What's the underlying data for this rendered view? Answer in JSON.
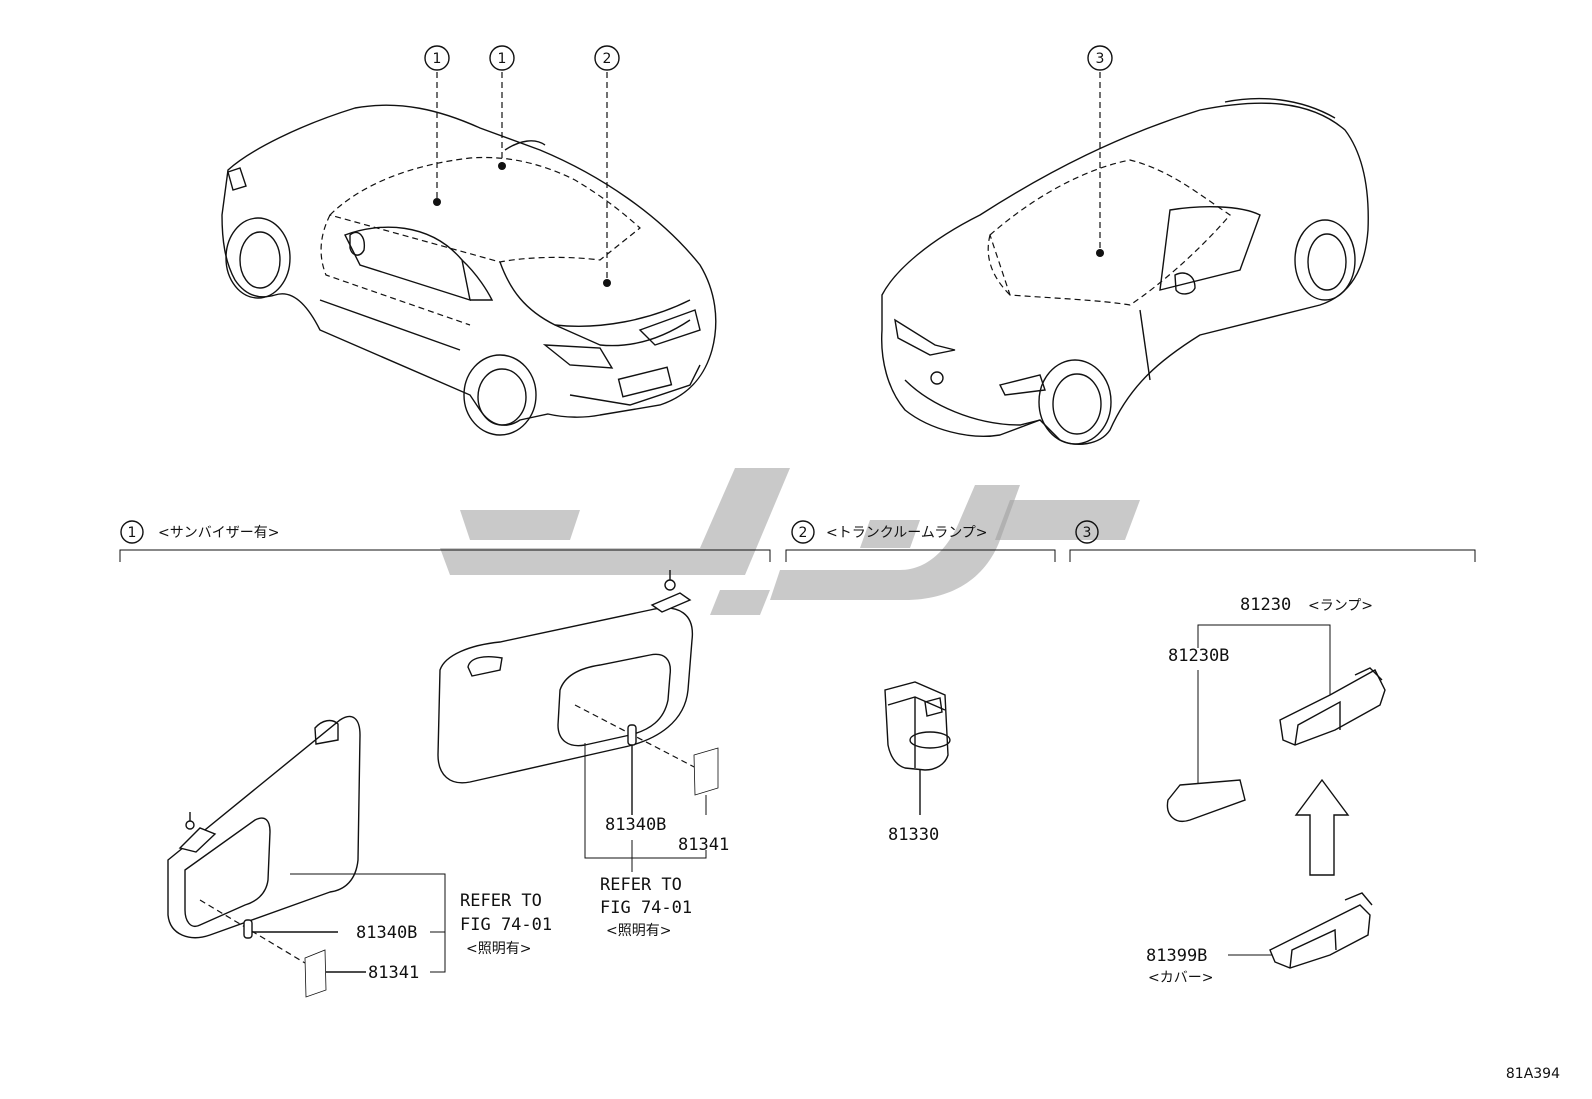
{
  "callouts": {
    "c1a": "1",
    "c1b": "1",
    "c2": "2",
    "c3": "3"
  },
  "sections": {
    "s1": {
      "num": "1",
      "title": "<サンバイザー有>"
    },
    "s2": {
      "num": "2",
      "title": "<トランクルームランプ>"
    },
    "s3": {
      "num": "3",
      "title": ""
    }
  },
  "parts": {
    "left_visor_81340B": "81340B",
    "left_visor_81341": "81341",
    "left_refer_line1": "REFER TO",
    "left_refer_line2": "FIG 74-01",
    "left_refer_line3": "<照明有>",
    "right_visor_81340B": "81340B",
    "right_visor_81341": "81341",
    "right_refer_line1": "REFER TO",
    "right_refer_line2": "FIG 74-01",
    "right_refer_line3": "<照明有>",
    "trunk_lamp": "81330",
    "lamp_assy": "81230",
    "lamp_assy_note": "<ランプ>",
    "bulb": "81230B",
    "cover": "81399B",
    "cover_note": "<カバー>"
  },
  "figure_id": "81A394",
  "watermark_color": "#9d9d9d"
}
